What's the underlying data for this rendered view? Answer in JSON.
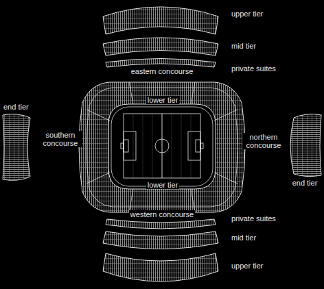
{
  "diagram": {
    "labels": [
      "upper tier",
      "mid tier",
      "private suites",
      "eastern concourse",
      "lower tier",
      "end tier",
      "southern concourse",
      "northern concourse",
      "lower tier",
      "end tier",
      "western concourse",
      "private suites",
      "mid tier",
      "upper tier"
    ]
  }
}
